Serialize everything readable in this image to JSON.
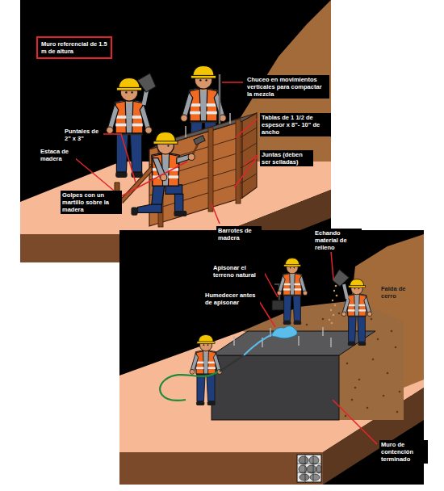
{
  "diagram": {
    "nodes": [
      {
        "text": [
          "Muro referencial de 1.5 m de altura"
        ]
      }
    ],
    "labels": [
      "Chuceo en movimientos verticales para compactar la mezcla",
      "Tablas de 1 1/2 de espesor x 8\"- 10\" de ancho",
      "Juntas (deben ser selladas)",
      "Puntales de 2\" x 3\"",
      "Estaca de madera",
      "Golpes con un martillo sobre la madera",
      "Barrotes de madera",
      "Apisonar el terreno natural",
      "Echando material de relleno",
      "Humedecer antes de apisonar",
      "Falda de cerro",
      "Muro de contención terminado"
    ]
  }
}
